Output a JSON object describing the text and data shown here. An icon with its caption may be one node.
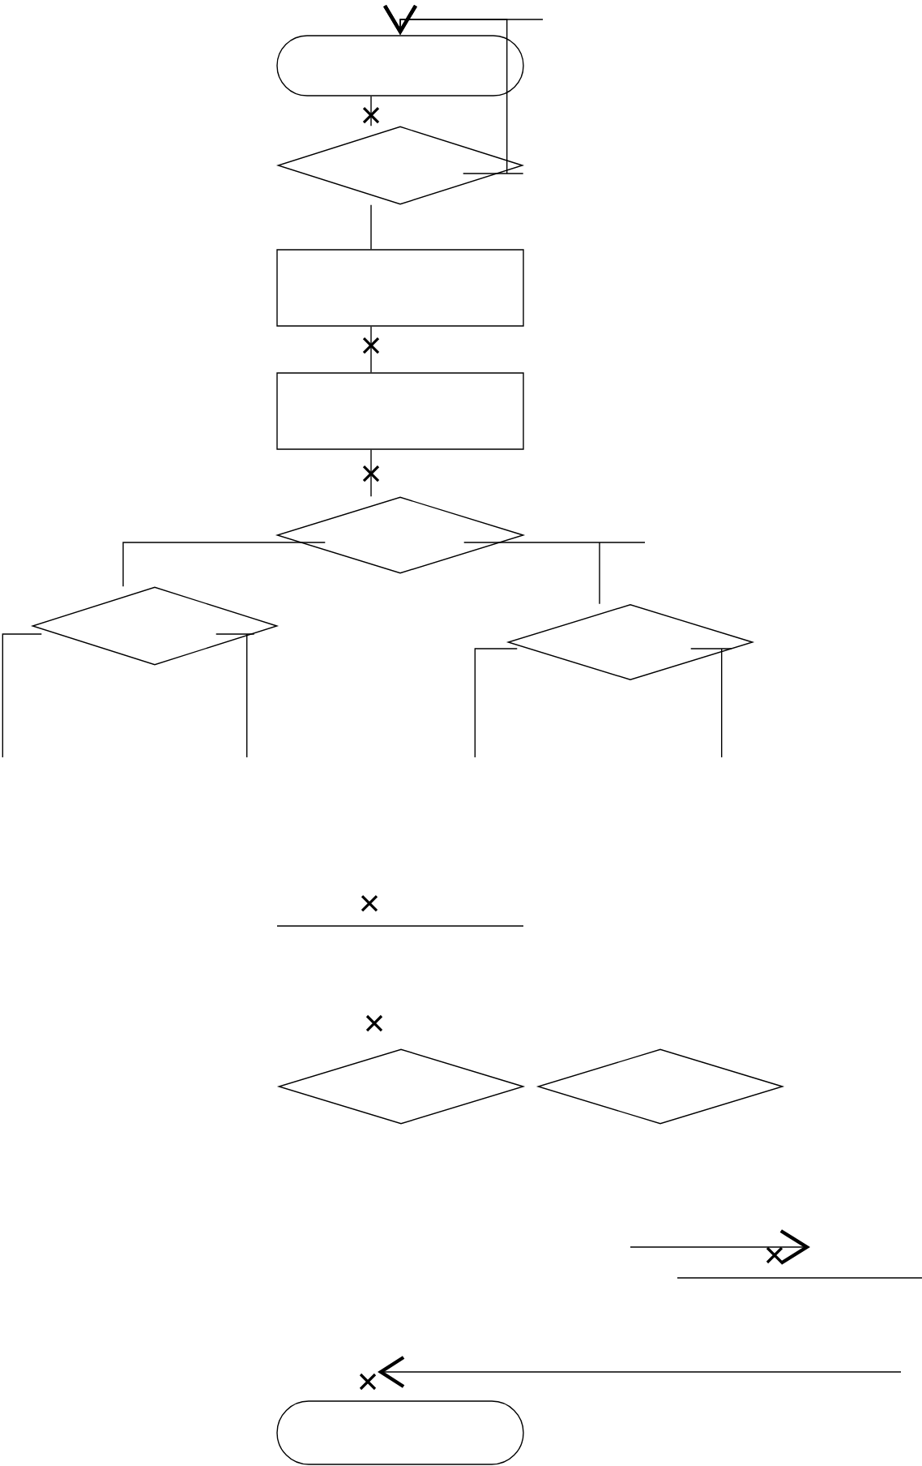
{
  "diagram": {
    "nodes": [
      {
        "text": [],
        "shape": "oval"
      },
      {
        "text": [],
        "shape": "diamond"
      },
      {
        "text": [],
        "shape": "box"
      },
      {
        "text": [],
        "shape": "box"
      },
      {
        "text": [],
        "shape": "diamond"
      },
      {
        "text": [],
        "shape": "diamond"
      },
      {
        "text": [],
        "shape": "diamond"
      },
      {
        "text": [],
        "shape": "diamond"
      },
      {
        "text": [],
        "shape": "diamond"
      },
      {
        "text": [],
        "shape": "oval"
      }
    ],
    "edges": [
      {
        "from": null,
        "to": 0,
        "arrow": "to"
      },
      {
        "from": 1,
        "to": 0,
        "arrow": "to"
      },
      {
        "from": 0,
        "to": 1,
        "arrow": "none"
      },
      {
        "from": 1,
        "to": 2,
        "arrow": "none"
      },
      {
        "from": 2,
        "to": 3,
        "arrow": "none"
      },
      {
        "from": 3,
        "to": 4,
        "arrow": "none"
      },
      {
        "from": 4,
        "to": 5,
        "arrow": "none"
      },
      {
        "from": 4,
        "to": 6,
        "arrow": "none"
      },
      {
        "from": 5,
        "to": null,
        "arrow": "none"
      },
      {
        "from": 5,
        "to": null,
        "arrow": "none"
      },
      {
        "from": 6,
        "to": null,
        "arrow": "none"
      },
      {
        "from": 6,
        "to": null,
        "arrow": "none"
      }
    ]
  }
}
